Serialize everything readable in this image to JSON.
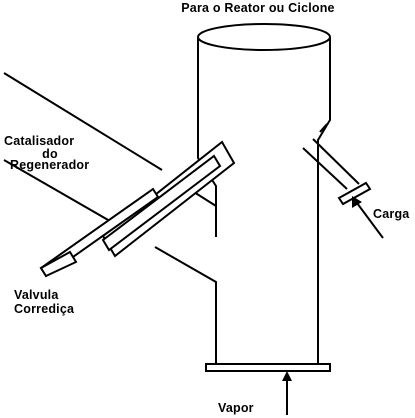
{
  "labels": {
    "top_outlet": "Para o Reator ou Ciclone",
    "catalyst_line1": "Catalisador",
    "catalyst_line2": "do",
    "catalyst_line3": "Regenerador",
    "feed": "Carga",
    "valve_line1": "Valvula",
    "valve_line2": "Corrediça",
    "steam": "Vapor"
  }
}
